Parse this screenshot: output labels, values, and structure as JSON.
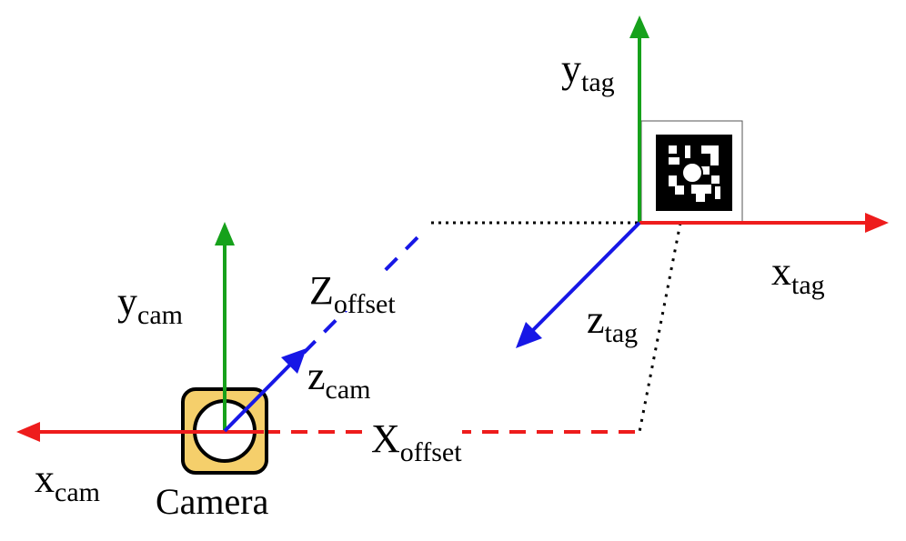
{
  "colors": {
    "x_axis": "#ee1c1c",
    "y_axis": "#16a11b",
    "z_axis": "#1717e6",
    "camera_body": "#f5cf6b",
    "guide": "#000000"
  },
  "labels": {
    "y_tag": {
      "main": "y",
      "sub": "tag"
    },
    "x_tag": {
      "main": "x",
      "sub": "tag"
    },
    "z_tag": {
      "main": "z",
      "sub": "tag"
    },
    "y_cam": {
      "main": "y",
      "sub": "cam"
    },
    "z_cam": {
      "main": "z",
      "sub": "cam"
    },
    "x_cam": {
      "main": "x",
      "sub": "cam"
    },
    "z_offset": {
      "main": "Z",
      "sub": "offset"
    },
    "x_offset": {
      "main": "X",
      "sub": "offset"
    },
    "camera": "Camera"
  },
  "icons": {
    "camera": "camera-icon",
    "tag": "apriltag-marker-icon"
  }
}
